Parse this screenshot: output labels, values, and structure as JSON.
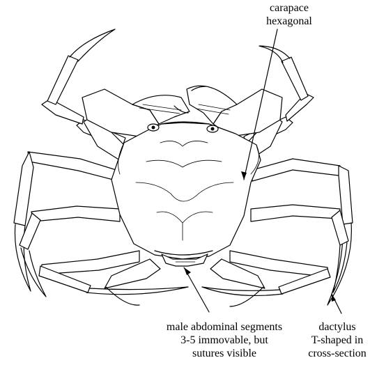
{
  "figure": {
    "labels": {
      "carapace": [
        "carapace",
        "hexagonal"
      ],
      "abdomen": [
        "male abdominal segments",
        "3-5 immovable, but",
        "sutures visible"
      ],
      "dactylus": [
        "dactylus",
        "T-shaped in",
        "cross-section"
      ]
    }
  }
}
